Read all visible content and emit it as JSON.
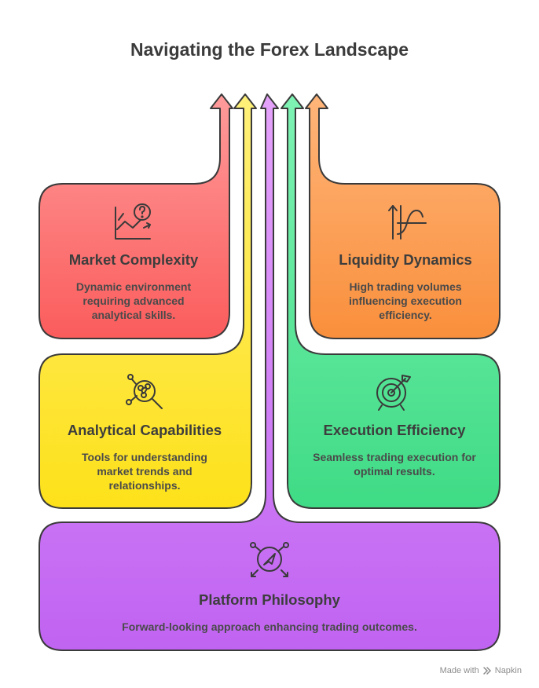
{
  "title": "Navigating the Forex Landscape",
  "cards": {
    "market_complexity": {
      "title": "Market Complexity",
      "desc": "Dynamic environment requiring advanced analytical skills.",
      "icon": "chart-question-icon",
      "color": "#fb6a6a"
    },
    "liquidity_dynamics": {
      "title": "Liquidity Dynamics",
      "desc": "High trading volumes influencing execution efficiency.",
      "icon": "wave-arrow-icon",
      "color": "#fb9a4a"
    },
    "analytical_capabilities": {
      "title": "Analytical Capabilities",
      "desc": "Tools for understanding market trends and relationships.",
      "icon": "network-magnifier-icon",
      "color": "#fde32a"
    },
    "execution_efficiency": {
      "title": "Execution Efficiency",
      "desc": "Seamless trading execution for optimal results.",
      "icon": "target-arrow-icon",
      "color": "#4fe28e"
    },
    "platform_philosophy": {
      "title": "Platform Philosophy",
      "desc": "Forward-looking approach enhancing trading outcomes.",
      "icon": "compass-arrows-icon",
      "color": "#c86af4"
    }
  },
  "footer": {
    "made_with": "Made with",
    "brand": "Napkin"
  }
}
